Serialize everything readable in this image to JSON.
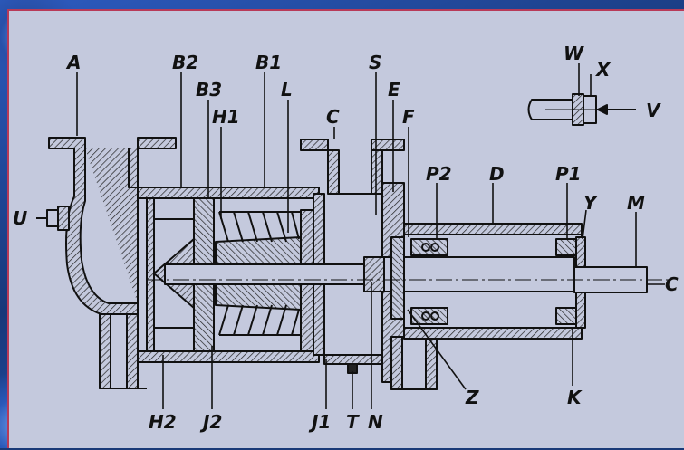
{
  "diagram": {
    "labels": {
      "A": "A",
      "B2": "B2",
      "B1": "B1",
      "S": "S",
      "W": "W",
      "X": "X",
      "B3": "B3",
      "E": "E",
      "H1": "H1",
      "L": "L",
      "C_top": "C",
      "F": "F",
      "V": "V",
      "P2": "P2",
      "D": "D",
      "P1": "P1",
      "M": "M",
      "U": "U",
      "Y": "Y",
      "C_right": "C",
      "Z": "Z",
      "K": "K",
      "H2": "H2",
      "J2": "J2",
      "J1": "J1",
      "T": "T",
      "N": "N"
    }
  },
  "colors": {
    "panel": "#c4c9dd",
    "line": "#1a1a1a",
    "hatch": "#333333",
    "background": "#1a3a78",
    "panel_border": "#b83a58"
  }
}
